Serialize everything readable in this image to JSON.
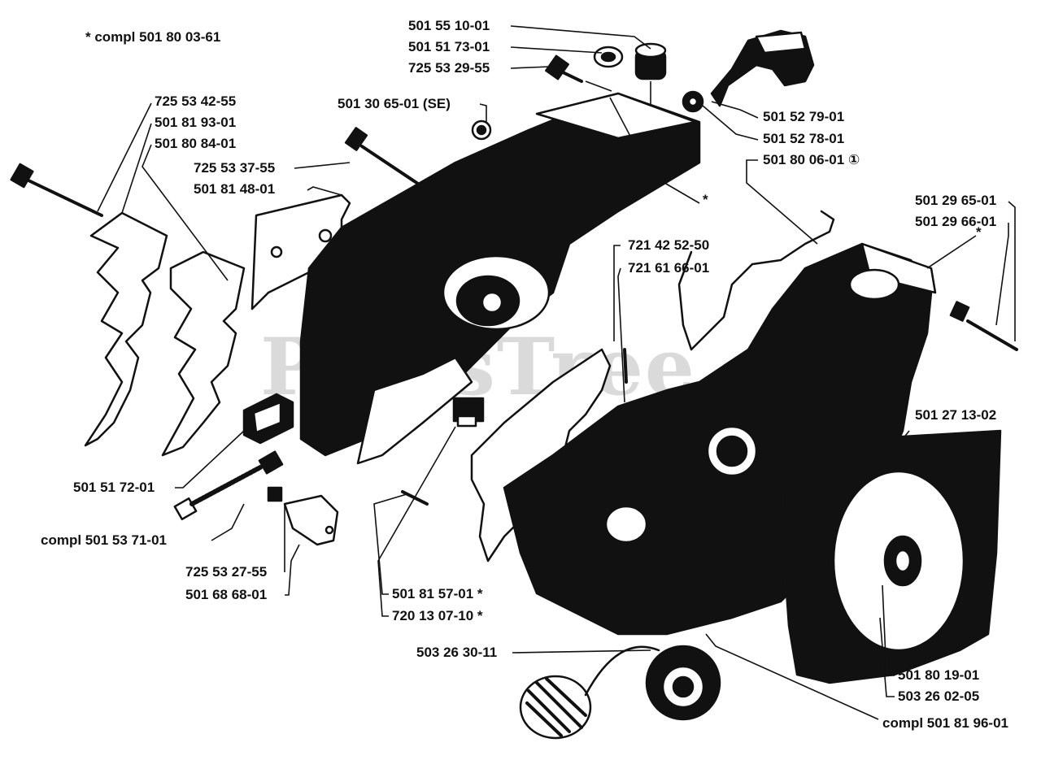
{
  "colors": {
    "ink": "#111111",
    "paper": "#ffffff",
    "watermark": "#969696"
  },
  "note": "* compl 501 80 03-61",
  "watermark": "PartsTree",
  "labels": {
    "p501551001": "501 55 10-01",
    "p501517301": "501 51 73-01",
    "p725532955": "725 53 29-55",
    "p725534255": "725 53 42-55",
    "p501819301": "501 81 93-01",
    "p501808401": "501 80 84-01",
    "p501306501": "501 30 65-01 (SE)",
    "p725533755": "725 53 37-55",
    "p501814801": "501 81 48-01",
    "p501527901": "501 52 79-01",
    "p501527801": "501 52 78-01",
    "p501800601": "501 80 06-01 ①",
    "p501296501": "501 29 65-01",
    "p501296601": "501 29 66-01",
    "p721425250": "721 42 52-50",
    "p721616601": "721 61 66-01",
    "p501271302": "501 27 13-02",
    "p501517201": "501 51 72-01",
    "p501537101": "compl 501 53 71-01",
    "p725532755": "725 53 27-55",
    "p501686801": "501 68 68-01",
    "p501815701": "501 81 57-01  *",
    "p720130710": "720 13 07-10  *",
    "p503263011": "503 26 30-11",
    "p501801901": "501 80 19-01",
    "p503260205": "503 26 02-05",
    "p501819601": "compl 501 81 96-01",
    "star1": "*",
    "star2": "*"
  }
}
